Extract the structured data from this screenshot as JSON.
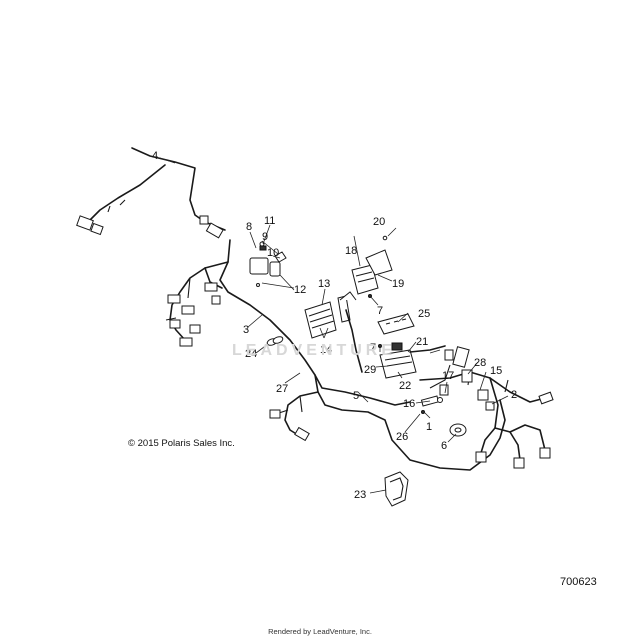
{
  "diagram": {
    "copyright": "© 2015 Polaris Sales Inc.",
    "drawing_number": "700623",
    "footer": "Rendered by LeadVenture, Inc.",
    "watermark": "LEADVENTURE",
    "callouts": {
      "c1": "1",
      "c2": "2",
      "c3": "3",
      "c4": "4",
      "c5": "5",
      "c6": "6",
      "c7a": "7",
      "c7b": "7",
      "c8": "8",
      "c9": "9",
      "c10": "10",
      "c11": "11",
      "c12": "12",
      "c13": "13",
      "c14": "14",
      "c15": "15",
      "c16": "16",
      "c17": "17",
      "c18": "18",
      "c19": "19",
      "c20": "20",
      "c21": "21",
      "c22": "22",
      "c23": "23",
      "c24": "24",
      "c25": "25",
      "c26": "26",
      "c27": "27",
      "c28": "28",
      "c29": "29"
    }
  }
}
